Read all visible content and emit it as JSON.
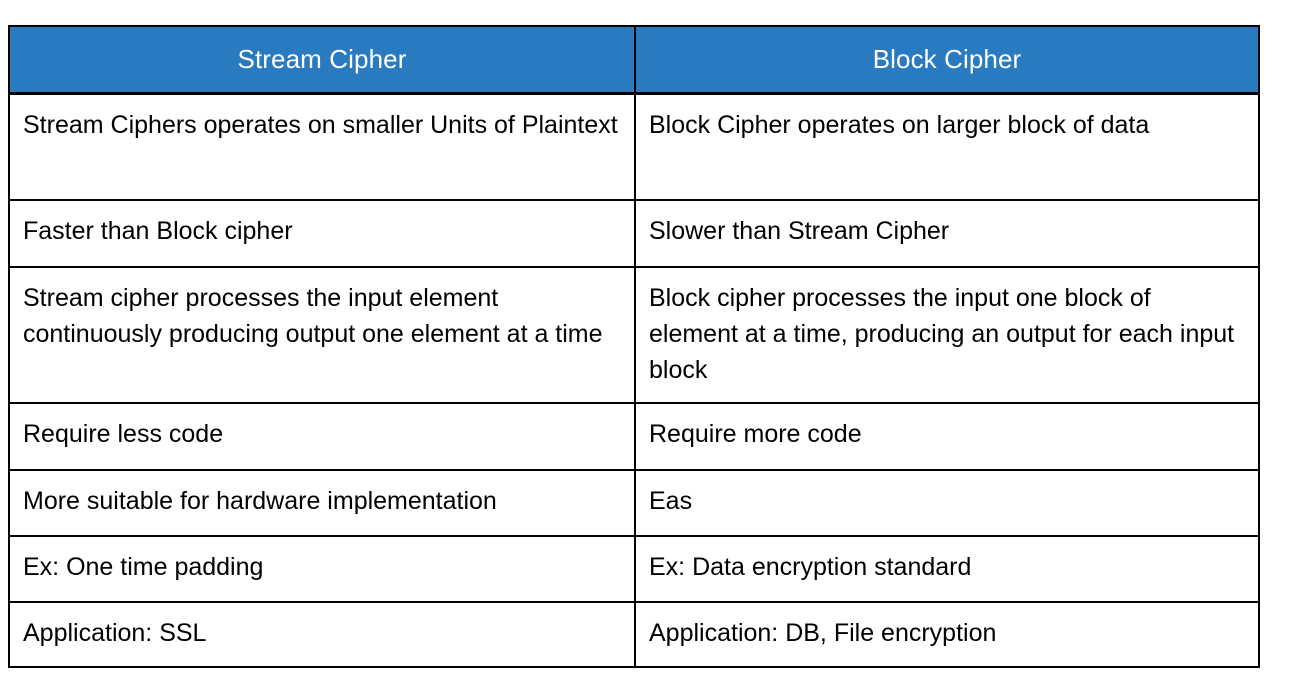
{
  "table": {
    "title": "Stream Cipher vs Block Cipher comparison",
    "accent_color": "#2a7ac0",
    "header_text_color": "#ffffff",
    "border_color": "#000000",
    "body_text_color": "#000000",
    "columns": [
      {
        "key": "stream",
        "label": "Stream Cipher"
      },
      {
        "key": "block",
        "label": "Block Cipher"
      }
    ],
    "rows": [
      {
        "stream": "Stream Ciphers operates on smaller Units of Plaintext",
        "block": "Block Cipher operates on larger block of data"
      },
      {
        "stream": "Faster than Block cipher",
        "block": "Slower than Stream Cipher"
      },
      {
        "stream": "Stream cipher processes the input element continuously producing output one element at a time",
        "block": "Block cipher processes the input one block of element at a time, producing an output for each input block"
      },
      {
        "stream": "Require less code",
        "block": "Require more code"
      },
      {
        "stream": "More suitable for hardware implementation",
        "block": "Eas"
      },
      {
        "stream": "Ex: One time padding",
        "block": "Ex: Data encryption standard"
      },
      {
        "stream": "Application: SSL",
        "block": "Application: DB, File encryption"
      }
    ]
  }
}
